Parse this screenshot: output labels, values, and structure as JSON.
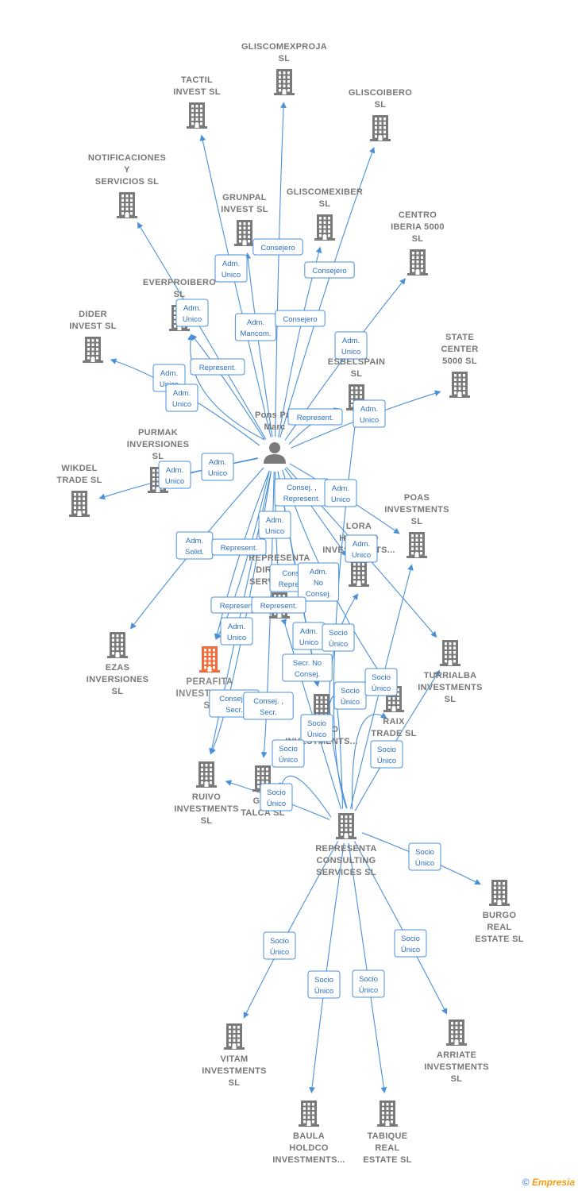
{
  "diagram": {
    "center": {
      "name": "Pons Pra Marc",
      "lines": [
        "Pons Pra",
        "Marc"
      ]
    },
    "hub": {
      "name": "REPRESENTA CONSULTING SERVICES SL",
      "lines": [
        "REPRESENTA",
        "CONSULTING",
        "SERVICES  SL"
      ]
    },
    "nodes": [
      {
        "id": "gliscomexproja",
        "lines": [
          "GLISCOMEXPROJA",
          "SL"
        ],
        "color": "#7a7a7a"
      },
      {
        "id": "tactil",
        "lines": [
          "TACTIL",
          "INVEST  SL"
        ],
        "color": "#7a7a7a"
      },
      {
        "id": "gliscoibero",
        "lines": [
          "GLISCOIBERO",
          "SL"
        ],
        "color": "#7a7a7a"
      },
      {
        "id": "notificaciones",
        "lines": [
          "NOTIFICACIONES",
          "Y",
          "SERVICIOS  SL"
        ],
        "color": "#7a7a7a"
      },
      {
        "id": "grunpal",
        "lines": [
          "GRUNPAL",
          "INVEST  SL"
        ],
        "color": "#7a7a7a"
      },
      {
        "id": "gliscomexiber",
        "lines": [
          "GLISCOMEXIBER",
          "SL"
        ],
        "color": "#7a7a7a"
      },
      {
        "id": "centro",
        "lines": [
          "CENTRO",
          "IBERIA 5000",
          "SL"
        ],
        "color": "#7a7a7a"
      },
      {
        "id": "everproibero",
        "lines": [
          "EVERPROIBERO",
          "SL"
        ],
        "color": "#7a7a7a"
      },
      {
        "id": "dider",
        "lines": [
          "DIDER",
          "INVEST  SL"
        ],
        "color": "#7a7a7a"
      },
      {
        "id": "state",
        "lines": [
          "STATE",
          "CENTER",
          "5000  SL"
        ],
        "color": "#7a7a7a"
      },
      {
        "id": "esbelspain",
        "lines": [
          "ESBELSPAIN",
          "SL"
        ],
        "color": "#7a7a7a"
      },
      {
        "id": "purmak",
        "lines": [
          "PURMAK",
          "INVERSIONES",
          "SL"
        ],
        "color": "#7a7a7a"
      },
      {
        "id": "wikdel",
        "lines": [
          "WIKDEL",
          "TRADE  SL"
        ],
        "color": "#7a7a7a"
      },
      {
        "id": "poas",
        "lines": [
          "POAS",
          "INVESTMENTS",
          "SL"
        ],
        "color": "#7a7a7a"
      },
      {
        "id": "lora",
        "lines": [
          "LORA",
          "HOLDCO",
          "INVESTMENTS..."
        ],
        "color": "#7a7a7a"
      },
      {
        "id": "ezas",
        "lines": [
          "EZAS",
          "INVERSIONES",
          "SL"
        ],
        "color": "#7a7a7a"
      },
      {
        "id": "perafita",
        "lines": [
          "PERAFITA",
          "INVESTMENTS",
          "SL"
        ],
        "color": "#f26b3a"
      },
      {
        "id": "representa_dir",
        "lines": [
          "REPRESENTA",
          "DIRECTOR",
          "SERVICES  SL"
        ],
        "color": "#7a7a7a"
      },
      {
        "id": "turrialba",
        "lines": [
          "TURRIALBA",
          "INVESTMENTS",
          "SL"
        ],
        "color": "#7a7a7a"
      },
      {
        "id": "raix",
        "lines": [
          "RAIX",
          "TRADE  SL"
        ],
        "color": "#7a7a7a"
      },
      {
        "id": "burgo_inv",
        "lines": [
          "BURGO",
          "INVESTMENTS..."
        ],
        "color": "#7a7a7a"
      },
      {
        "id": "ruivo",
        "lines": [
          "RUIVO",
          "INVESTMENTS",
          "SL"
        ],
        "color": "#7a7a7a"
      },
      {
        "id": "glotalca",
        "lines": [
          "GLO",
          "TALCA  SL"
        ],
        "color": "#7a7a7a"
      },
      {
        "id": "burgo_real",
        "lines": [
          "BURGO",
          "REAL",
          "ESTATE  SL"
        ],
        "color": "#7a7a7a"
      },
      {
        "id": "vitam",
        "lines": [
          "VITAM",
          "INVESTMENTS",
          "SL"
        ],
        "color": "#7a7a7a"
      },
      {
        "id": "arriate",
        "lines": [
          "ARRIATE",
          "INVESTMENTS",
          "SL"
        ],
        "color": "#7a7a7a"
      },
      {
        "id": "baula",
        "lines": [
          "BAULA",
          "HOLDCO",
          "INVESTMENTS..."
        ],
        "color": "#7a7a7a"
      },
      {
        "id": "tabique",
        "lines": [
          "TABIQUE",
          "REAL",
          "ESTATE  SL"
        ],
        "color": "#7a7a7a"
      }
    ],
    "badges": [
      {
        "id": "b1",
        "lines": [
          "Consejero"
        ]
      },
      {
        "id": "b2",
        "lines": [
          "Adm.",
          "Unico"
        ]
      },
      {
        "id": "b3",
        "lines": [
          "Consejero"
        ]
      },
      {
        "id": "b4",
        "lines": [
          "Adm.",
          "Unico"
        ]
      },
      {
        "id": "b5",
        "lines": [
          "Adm.",
          "Mancom."
        ]
      },
      {
        "id": "b6",
        "lines": [
          "Consejero"
        ]
      },
      {
        "id": "b7",
        "lines": [
          "Adm.",
          "Unico"
        ]
      },
      {
        "id": "b8",
        "lines": [
          "Represent."
        ]
      },
      {
        "id": "b9",
        "lines": [
          "Adm.",
          "Unico"
        ]
      },
      {
        "id": "b10",
        "lines": [
          "Adm.",
          "Unico"
        ]
      },
      {
        "id": "b11",
        "lines": [
          "Represent."
        ]
      },
      {
        "id": "b12",
        "lines": [
          "Adm.",
          "Unico"
        ]
      },
      {
        "id": "b13",
        "lines": [
          "Adm.",
          "Unico"
        ]
      },
      {
        "id": "b14",
        "lines": [
          "Adm.",
          "Unico"
        ]
      },
      {
        "id": "b15",
        "lines": [
          "Consej. ,",
          "Represent."
        ]
      },
      {
        "id": "b16",
        "lines": [
          "Adm.",
          "Unico"
        ]
      },
      {
        "id": "b17",
        "lines": [
          "Adm.",
          "Unico"
        ]
      },
      {
        "id": "b18",
        "lines": [
          "Adm.",
          "Solid."
        ]
      },
      {
        "id": "b19",
        "lines": [
          "Represent."
        ]
      },
      {
        "id": "b20",
        "lines": [
          "Adm.",
          "Unico"
        ]
      },
      {
        "id": "b21",
        "lines": [
          "Consej. ,",
          "Represent."
        ]
      },
      {
        "id": "b22",
        "lines": [
          "Adm.",
          "No",
          "Consej."
        ]
      },
      {
        "id": "b23",
        "lines": [
          "Represent."
        ]
      },
      {
        "id": "b24",
        "lines": [
          "Represent."
        ]
      },
      {
        "id": "b25",
        "lines": [
          "Adm.",
          "Unico"
        ]
      },
      {
        "id": "b26",
        "lines": [
          "Adm.",
          "Unico"
        ]
      },
      {
        "id": "b27",
        "lines": [
          "Socio",
          "Único"
        ]
      },
      {
        "id": "b28",
        "lines": [
          "Secr.  No",
          "Consej."
        ]
      },
      {
        "id": "b29",
        "lines": [
          "Consej. ,",
          "Secr."
        ]
      },
      {
        "id": "b30",
        "lines": [
          "Consej. ,",
          "Secr."
        ]
      },
      {
        "id": "b31",
        "lines": [
          "Socio",
          "Único"
        ]
      },
      {
        "id": "b32",
        "lines": [
          "Socio",
          "Único"
        ]
      },
      {
        "id": "b33",
        "lines": [
          "Socio",
          "Único"
        ]
      },
      {
        "id": "b34",
        "lines": [
          "Socio",
          "Único"
        ]
      },
      {
        "id": "b35",
        "lines": [
          "Socio",
          "Único"
        ]
      },
      {
        "id": "b36",
        "lines": [
          "Socio",
          "Único"
        ]
      },
      {
        "id": "b37",
        "lines": [
          "Socio",
          "Único"
        ]
      },
      {
        "id": "b38",
        "lines": [
          "Socio",
          "Único"
        ]
      },
      {
        "id": "b39",
        "lines": [
          "Socio",
          "Único"
        ]
      },
      {
        "id": "b40",
        "lines": [
          "Socio",
          "Único"
        ]
      },
      {
        "id": "b41",
        "lines": [
          "Socio",
          "Único"
        ]
      }
    ],
    "colors": {
      "edge": "#4a90d9",
      "building": "#7a7a7a",
      "focus": "#f26b3a",
      "person": "#7a7a7a"
    }
  },
  "footer": {
    "copyright": "©",
    "brand": "Empresia"
  }
}
